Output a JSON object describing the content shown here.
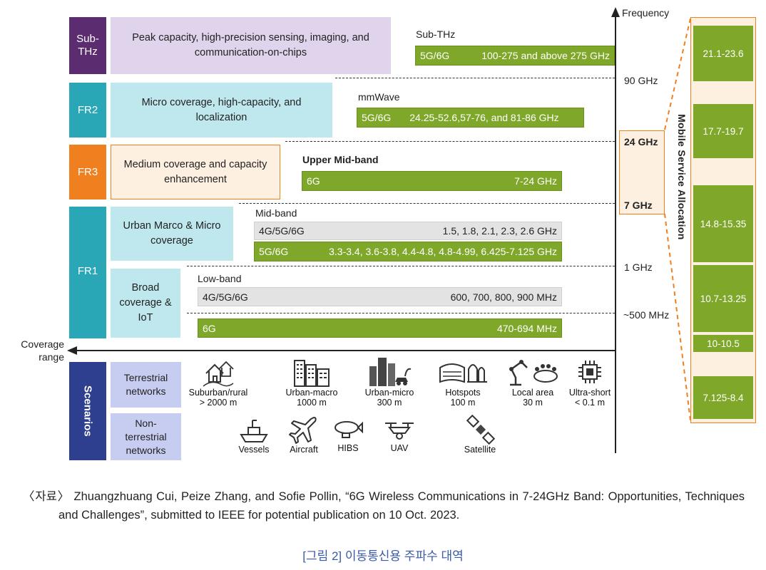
{
  "bands": {
    "subthz": {
      "label": "Sub-\nTHz",
      "color": "#5b2c6f",
      "desc_color": "#e0d3ec",
      "desc": "Peak capacity, high-precision sensing, imaging, and communication-on-chips",
      "region": "Sub-THz",
      "bar_tech": "5G/6G",
      "bar_freq": "100-275 and above 275 GHz"
    },
    "fr2": {
      "label": "FR2",
      "color": "#2aa7b6",
      "desc_color": "#bfe8ee",
      "desc": "Micro coverage, high-capacity, and localization",
      "region": "mmWave",
      "bar_tech": "5G/6G",
      "bar_freq": "24.25-52.6,57-76, and 81-86 GHz"
    },
    "fr3": {
      "label": "FR3",
      "color": "#f07f1f",
      "desc_color": "#fdf0e1",
      "desc": "Medium coverage and capacity enhancement",
      "region": "Upper Mid-band",
      "bar_tech": "6G",
      "bar_freq": "7-24 GHz"
    },
    "fr1": {
      "label": "FR1",
      "color": "#2aa7b6",
      "desc_color": "#bfe8ee",
      "desc_urban": "Urban Marco & Micro coverage",
      "desc_broad": "Broad coverage & IoT",
      "mid_region": "Mid-band",
      "mid_gray_tech": "4G/5G/6G",
      "mid_gray_freq": "1.5, 1.8, 2.1, 2.3, 2.6 GHz",
      "mid_green_tech": "5G/6G",
      "mid_green_freq": "3.3-3.4, 3.6-3.8, 4.4-4.8, 4.8-4.99, 6.425-7.125 GHz",
      "low_region": "Low-band",
      "low_gray_tech": "4G/5G/6G",
      "low_gray_freq": "600, 700, 800, 900 MHz",
      "low_green_tech": "6G",
      "low_green_freq": "470-694 MHz"
    }
  },
  "axis": {
    "frequency": "Frequency",
    "coverage": "Coverage\nrange",
    "ticks": [
      "90 GHz",
      "24 GHz",
      "7 GHz",
      "1 GHz",
      "~500 MHz"
    ]
  },
  "mobile_allocation": {
    "title": "Mobile Service Allocation",
    "ranges": [
      "21.1-23.6",
      "17.7-19.7",
      "14.8-15.35",
      "10.7-13.25",
      "10-10.5",
      "7.125-8.4"
    ]
  },
  "scenarios": {
    "label": "Scenarios",
    "terrestrial": "Terrestrial networks",
    "non_terrestrial": "Non-\nterrestrial\nnetworks",
    "t_items": [
      {
        "name": "Suburban/rural",
        "dist": "> 2000 m"
      },
      {
        "name": "Urban-macro",
        "dist": "1000 m"
      },
      {
        "name": "Urban-micro",
        "dist": "300 m"
      },
      {
        "name": "Hotspots",
        "dist": "100 m"
      },
      {
        "name": "Local area",
        "dist": "30 m"
      },
      {
        "name": "Ultra-short",
        "dist": "< 0.1 m"
      }
    ],
    "nt_items": [
      "Vessels",
      "Aircraft",
      "HIBS",
      "UAV",
      "Satellite"
    ]
  },
  "caption": {
    "source": "〈자료〉 Zhuangzhuang Cui, Peize Zhang, and Sofie Pollin, “6G Wireless Communications in 7-24GHz Band: Opportunities, Techniques and Challenges”, submitted to IEEE for potential publication on 10 Oct. 2023.",
    "figure": "[그림 2] 이동통신용 주파수 대역"
  }
}
